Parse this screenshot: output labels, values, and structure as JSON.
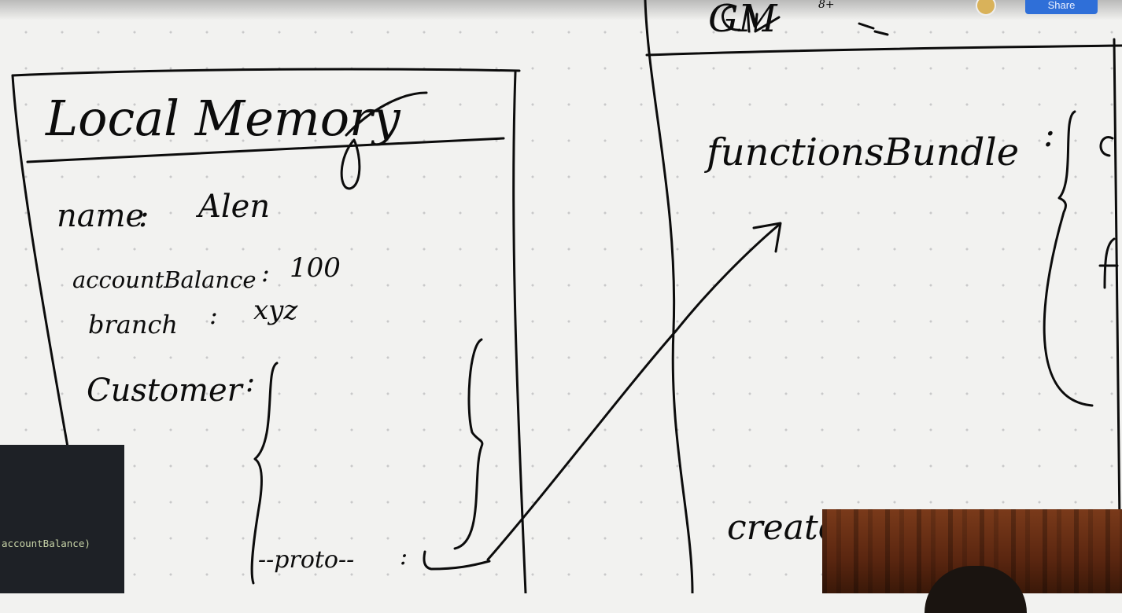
{
  "toolbar": {
    "share_label": "Share",
    "count_badge": "8+"
  },
  "left_panel": {
    "title": "Local Memory",
    "entries": [
      {
        "key": "name",
        "value": "Alen"
      },
      {
        "key": "accountBalance",
        "value": "100"
      },
      {
        "key": "branch",
        "value": "xyz"
      }
    ],
    "object_key": "Customer",
    "proto_label": "--proto--"
  },
  "right_panel": {
    "header_partial": "GM",
    "entries": [
      {
        "key": "functionsBundle",
        "value_partial": "a"
      },
      {
        "key": "createCustomer",
        "value_partial": ""
      }
    ],
    "inner_partial": "f"
  },
  "code_overlay": {
    "line": "accountBalance)"
  },
  "colors": {
    "ink": "#0c0c0c",
    "board": "#f2f2f0",
    "dot_grid": "#c9c9c9",
    "share_blue": "#2f6fd8",
    "code_bg": "#1e2126"
  }
}
